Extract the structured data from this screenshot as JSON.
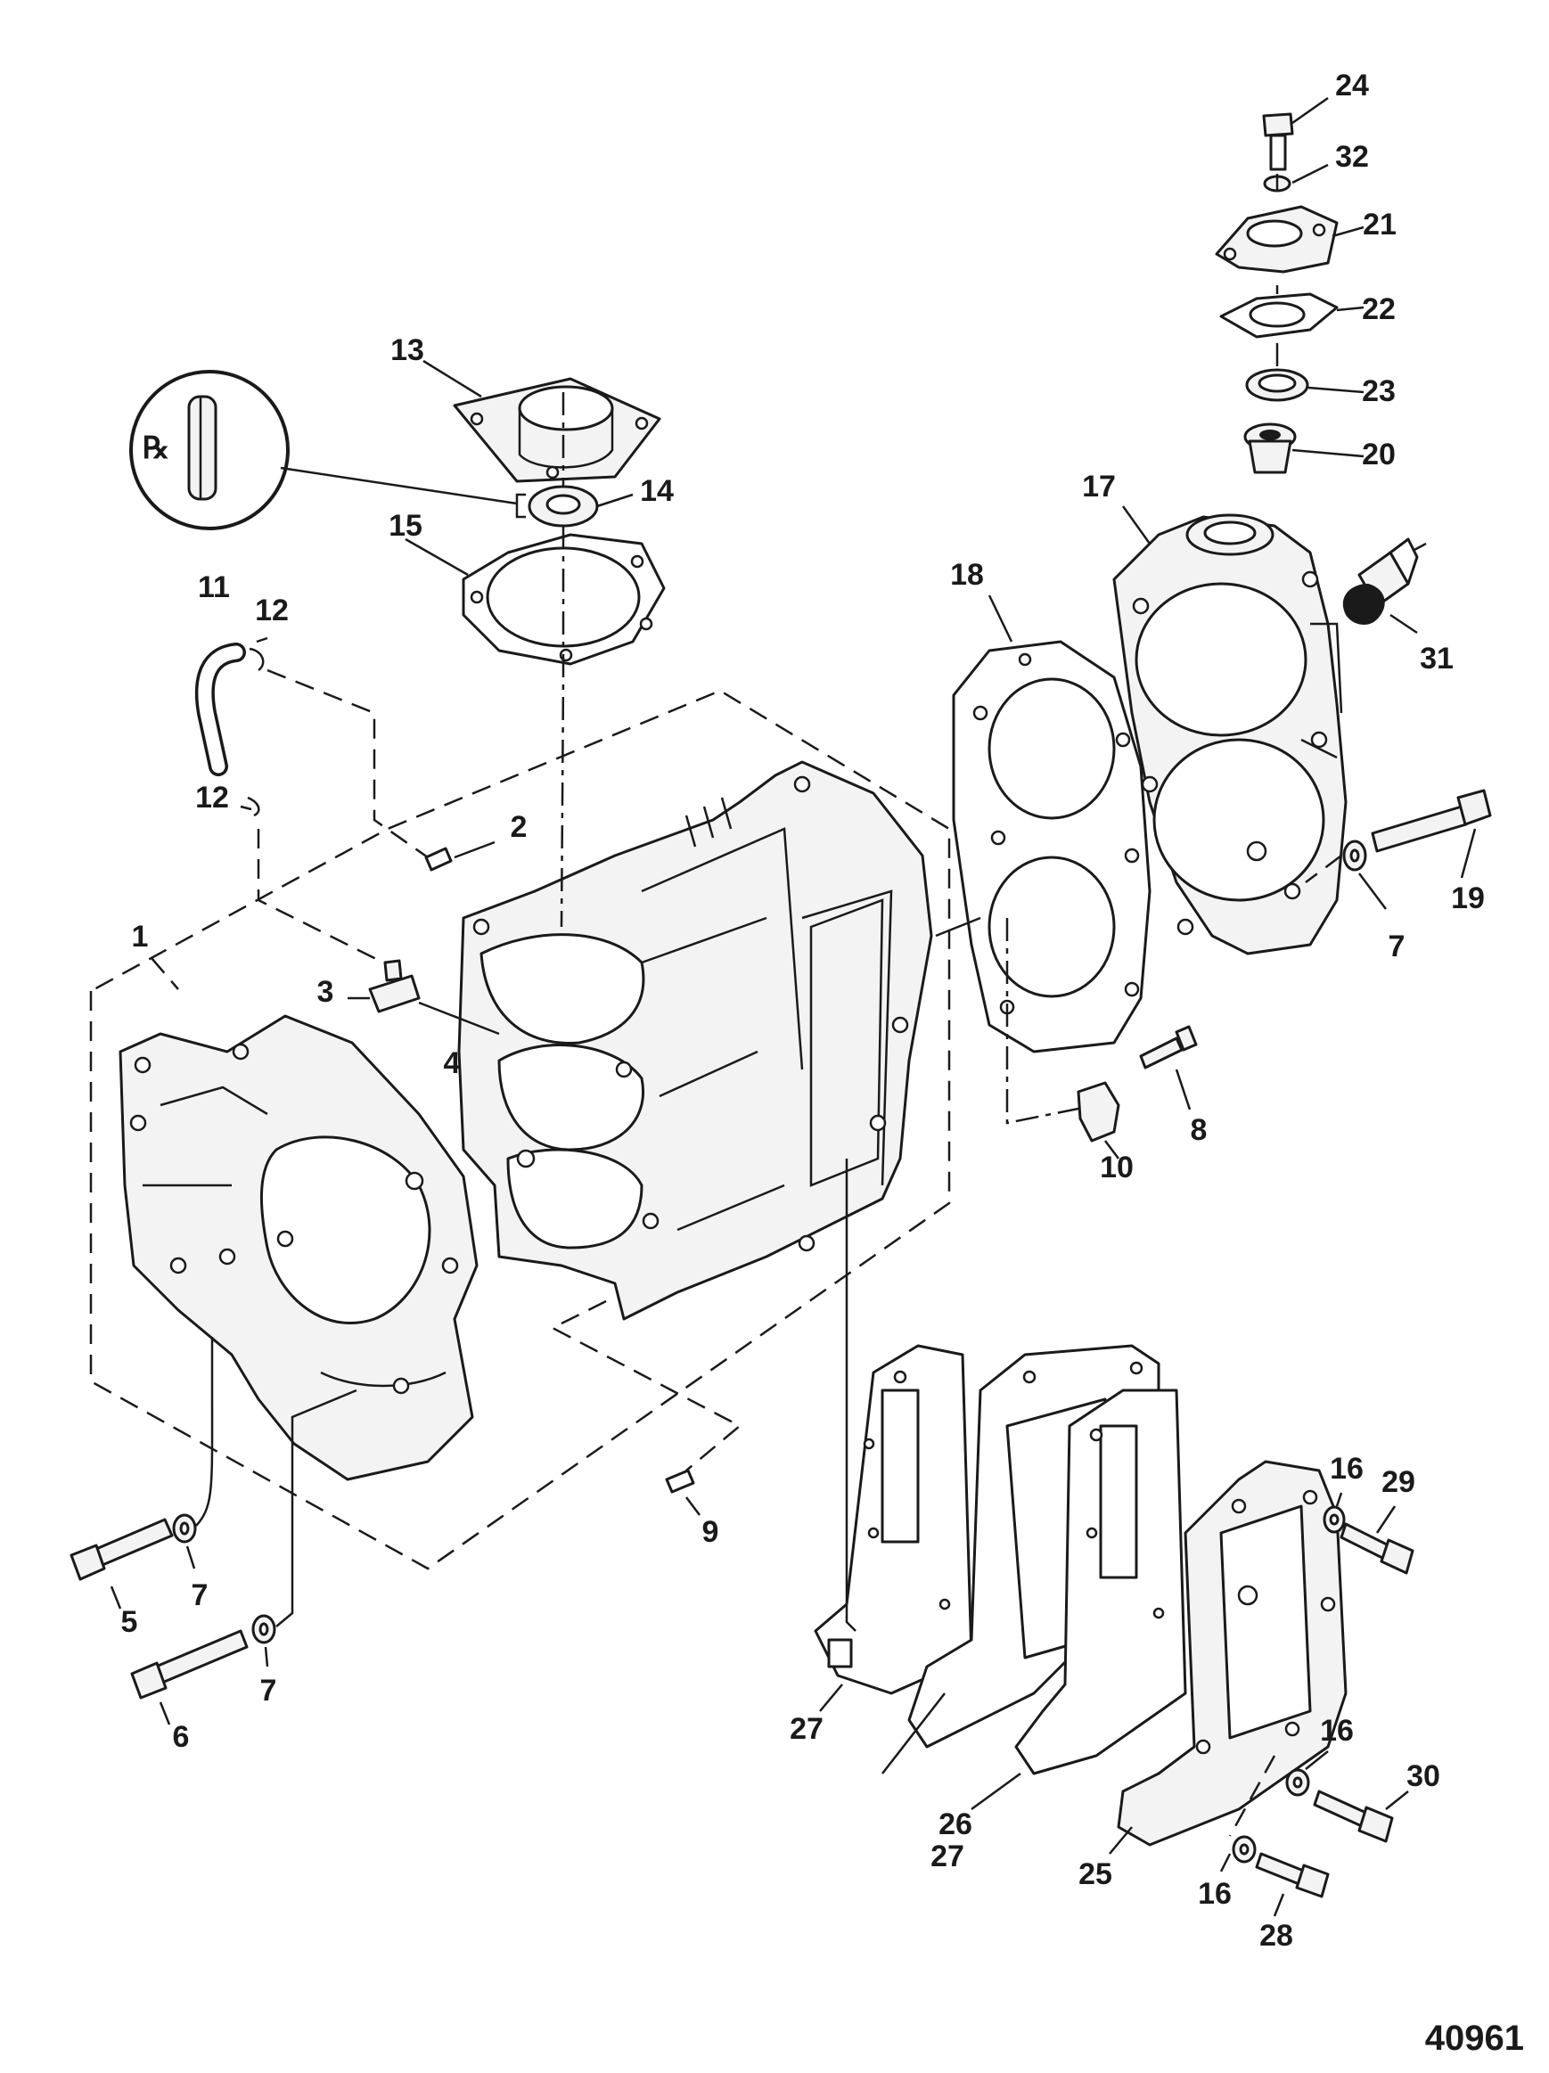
{
  "figure_number": "40961",
  "callouts": [
    "1",
    "2",
    "3",
    "4",
    "5",
    "6",
    "7",
    "8",
    "9",
    "10",
    "11",
    "12",
    "13",
    "14",
    "15",
    "16",
    "17",
    "18",
    "19",
    "20",
    "21",
    "22",
    "23",
    "24",
    "25",
    "26",
    "27",
    "28",
    "29",
    "30",
    "31",
    "32"
  ]
}
